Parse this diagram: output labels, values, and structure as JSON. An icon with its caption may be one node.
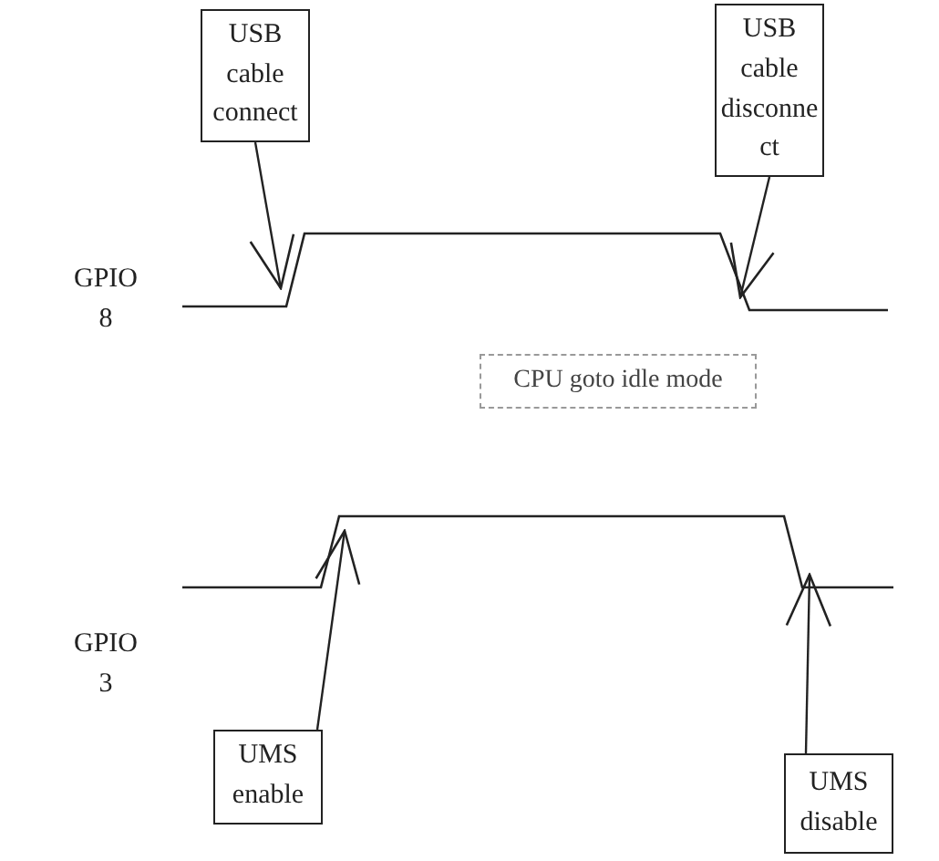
{
  "diagram": {
    "nodes": [
      {
        "text": [
          "USB cable connect"
        ]
      },
      {
        "text": [
          "USB cable disconnect"
        ]
      },
      {
        "text": [
          "CPU goto idle mode"
        ]
      },
      {
        "text": [
          "UMS enable"
        ]
      },
      {
        "text": [
          "UMS disable"
        ]
      }
    ],
    "edges": [
      {
        "from": 0,
        "to": null,
        "arrow": "to"
      },
      {
        "from": 1,
        "to": null,
        "arrow": "to"
      },
      {
        "from": 3,
        "to": null,
        "arrow": "to"
      },
      {
        "from": 4,
        "to": null,
        "arrow": "to"
      }
    ],
    "labels": [
      "GPIO 8",
      "GPIO 3"
    ]
  }
}
